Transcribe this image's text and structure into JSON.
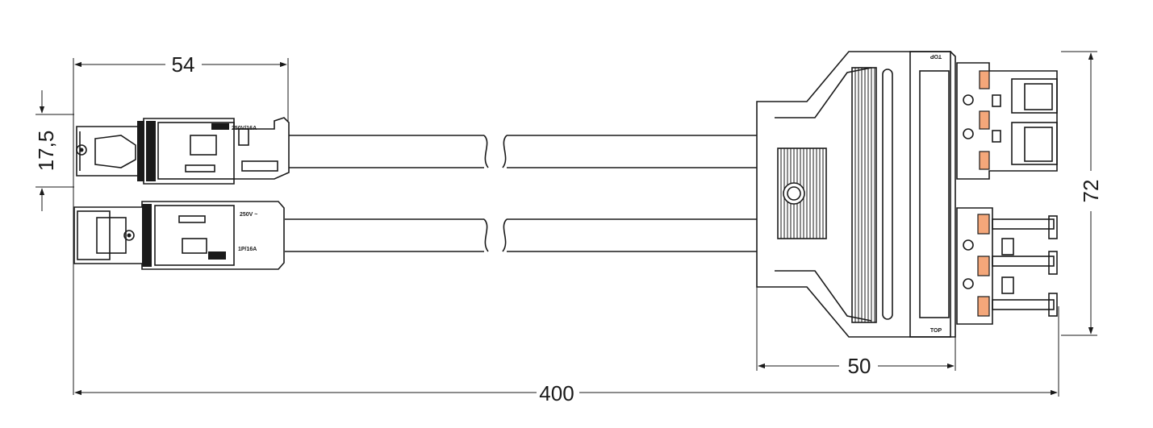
{
  "dimensions": {
    "width_54": "54",
    "height_17_5": "17,5",
    "length_400": "400",
    "width_50": "50",
    "height_72": "72"
  },
  "markings": {
    "top_label_upper": "TOP",
    "top_label_lower": "TOP",
    "rating_upper": "250V/16A",
    "rating_lower": "1P/16A",
    "volt_lower": "250V ~"
  },
  "colors": {
    "line": "#1a1a1a",
    "release_tab": "#f4a77a"
  }
}
